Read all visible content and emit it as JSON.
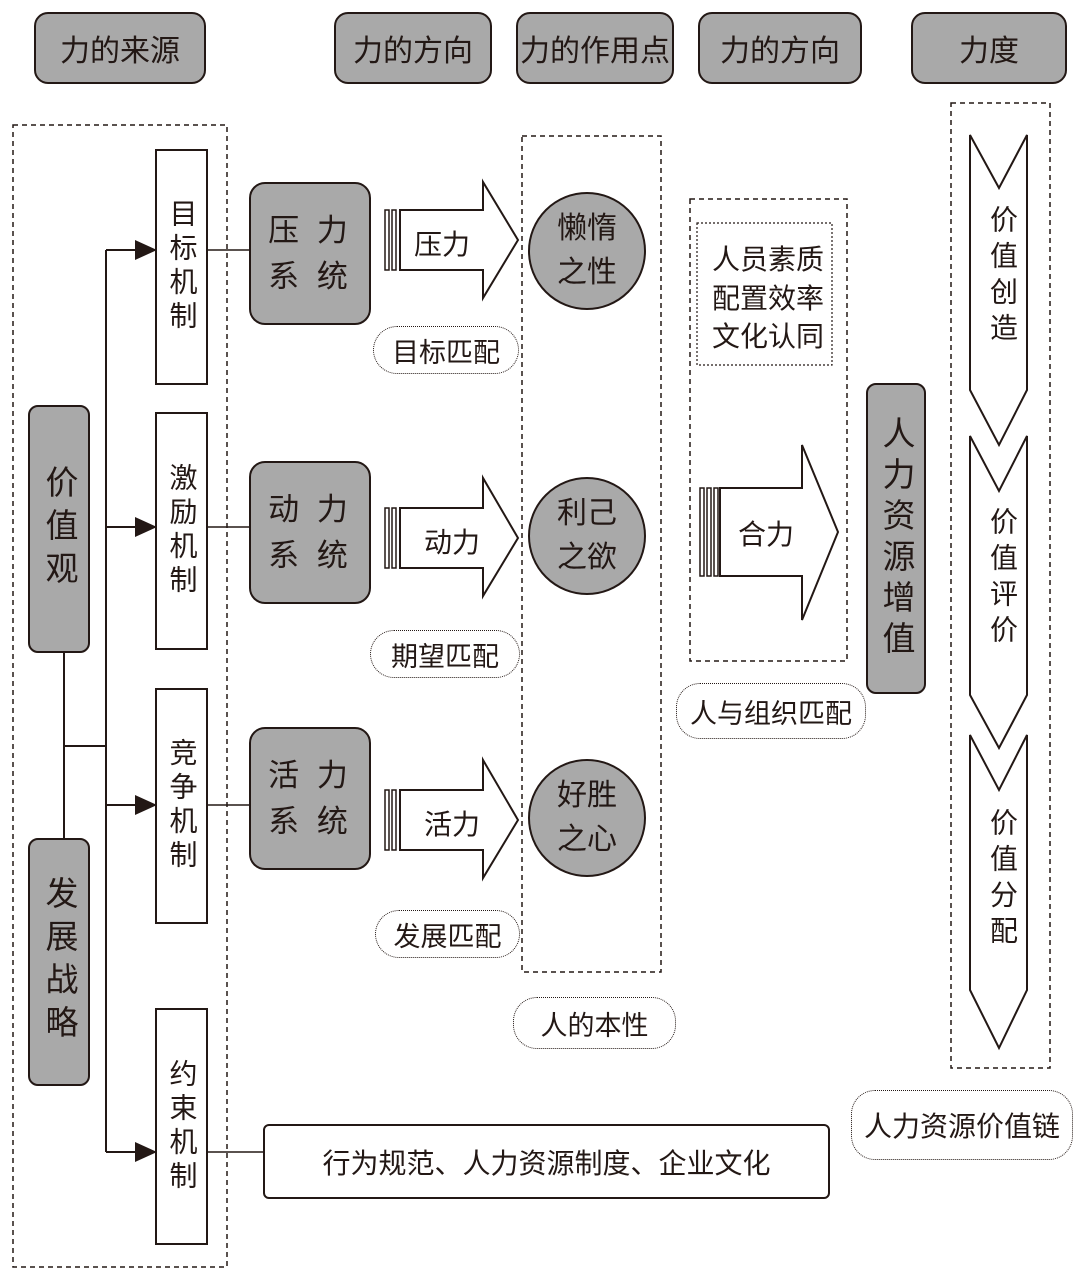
{
  "headers": [
    "力的来源",
    "力的方向",
    "力的作用点",
    "力的方向",
    "力度"
  ],
  "left_bars": {
    "values": "价值观",
    "strategy": "发展战略"
  },
  "mechanisms": [
    "目标机制",
    "激励机制",
    "竞争机制",
    "约束机制"
  ],
  "systems": [
    "压 力\n系 统",
    "动 力\n系 统",
    "活 力\n系 统"
  ],
  "arrows": [
    "压力",
    "动力",
    "活力"
  ],
  "matches": [
    "目标匹配",
    "期望匹配",
    "发展匹配"
  ],
  "nature": {
    "circles": [
      "懒惰\n之性",
      "利己\n之欲",
      "好胜\n之心"
    ],
    "label": "人的本性"
  },
  "resultant": {
    "factors": [
      "人员素质",
      "配置效率",
      "文化认同"
    ],
    "arrow": "合力",
    "label": "人与组织匹配"
  },
  "growth": "人力资源增值",
  "value_chain": {
    "steps": [
      "价值创造",
      "价值评价",
      "价值分配"
    ],
    "label": "人力资源价值链"
  },
  "constraint_text": "行为规范、人力资源制度、企业文化",
  "colors": {
    "fill_gray": "#a9a9a9",
    "line": "#231815"
  }
}
